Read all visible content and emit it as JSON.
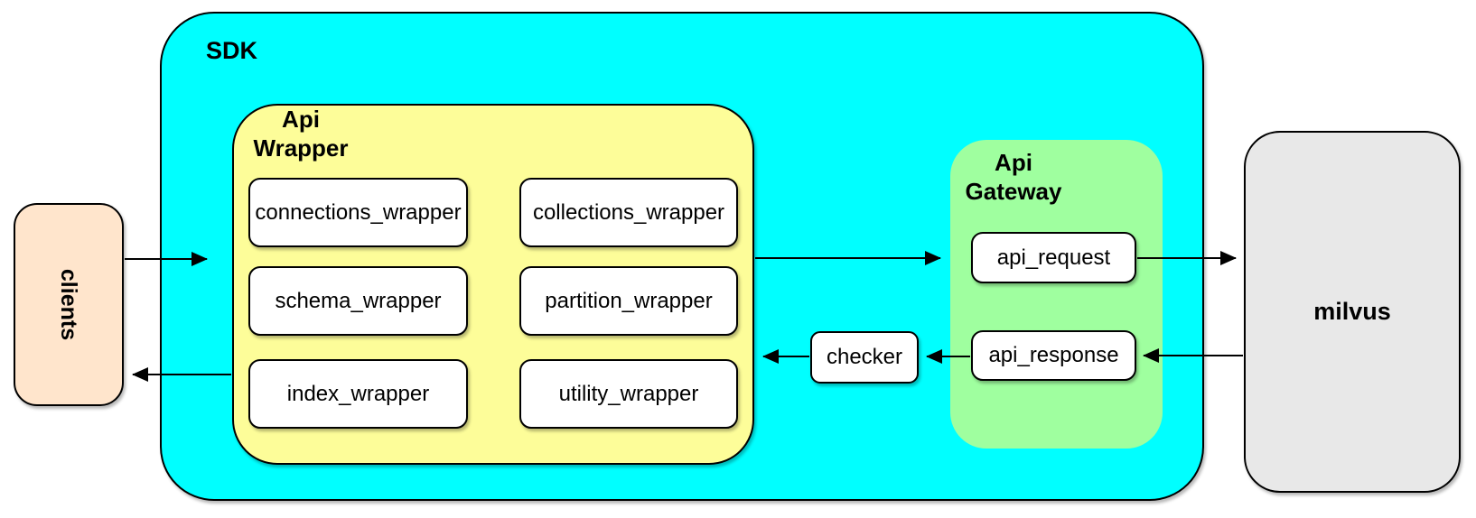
{
  "diagram": {
    "nodes": {
      "clients": {
        "label": "clients",
        "fill": "#FFE5CC"
      },
      "sdk": {
        "label": "SDK",
        "fill": "#00FFFF"
      },
      "api_wrapper": {
        "label": "Api\nWrapper",
        "fill": "#FDFD99"
      },
      "connections_wrapper": {
        "label": "connections_wrapper",
        "fill": "#FFFFFF"
      },
      "collections_wrapper": {
        "label": "collections_wrapper",
        "fill": "#FFFFFF"
      },
      "schema_wrapper": {
        "label": "schema_wrapper",
        "fill": "#FFFFFF"
      },
      "partition_wrapper": {
        "label": "partition_wrapper",
        "fill": "#FFFFFF"
      },
      "index_wrapper": {
        "label": "index_wrapper",
        "fill": "#FFFFFF"
      },
      "utility_wrapper": {
        "label": "utility_wrapper",
        "fill": "#FFFFFF"
      },
      "api_gateway": {
        "label": "Api\nGateway",
        "fill": "#9FFF9F"
      },
      "api_request": {
        "label": "api_request",
        "fill": "#FFFFFF"
      },
      "api_response": {
        "label": "api_response",
        "fill": "#FFFFFF"
      },
      "checker": {
        "label": "checker",
        "fill": "#FFFFFF"
      },
      "milvus": {
        "label": "milvus",
        "fill": "#E8E8E8"
      }
    },
    "edges": [
      {
        "from": "clients",
        "to": "sdk"
      },
      {
        "from": "api_wrapper",
        "to": "api_gateway"
      },
      {
        "from": "api_request",
        "to": "milvus"
      },
      {
        "from": "milvus",
        "to": "api_response"
      },
      {
        "from": "api_response",
        "to": "checker"
      },
      {
        "from": "checker",
        "to": "api_wrapper"
      },
      {
        "from": "api_wrapper",
        "to": "clients"
      }
    ],
    "line_color": "#000000"
  }
}
